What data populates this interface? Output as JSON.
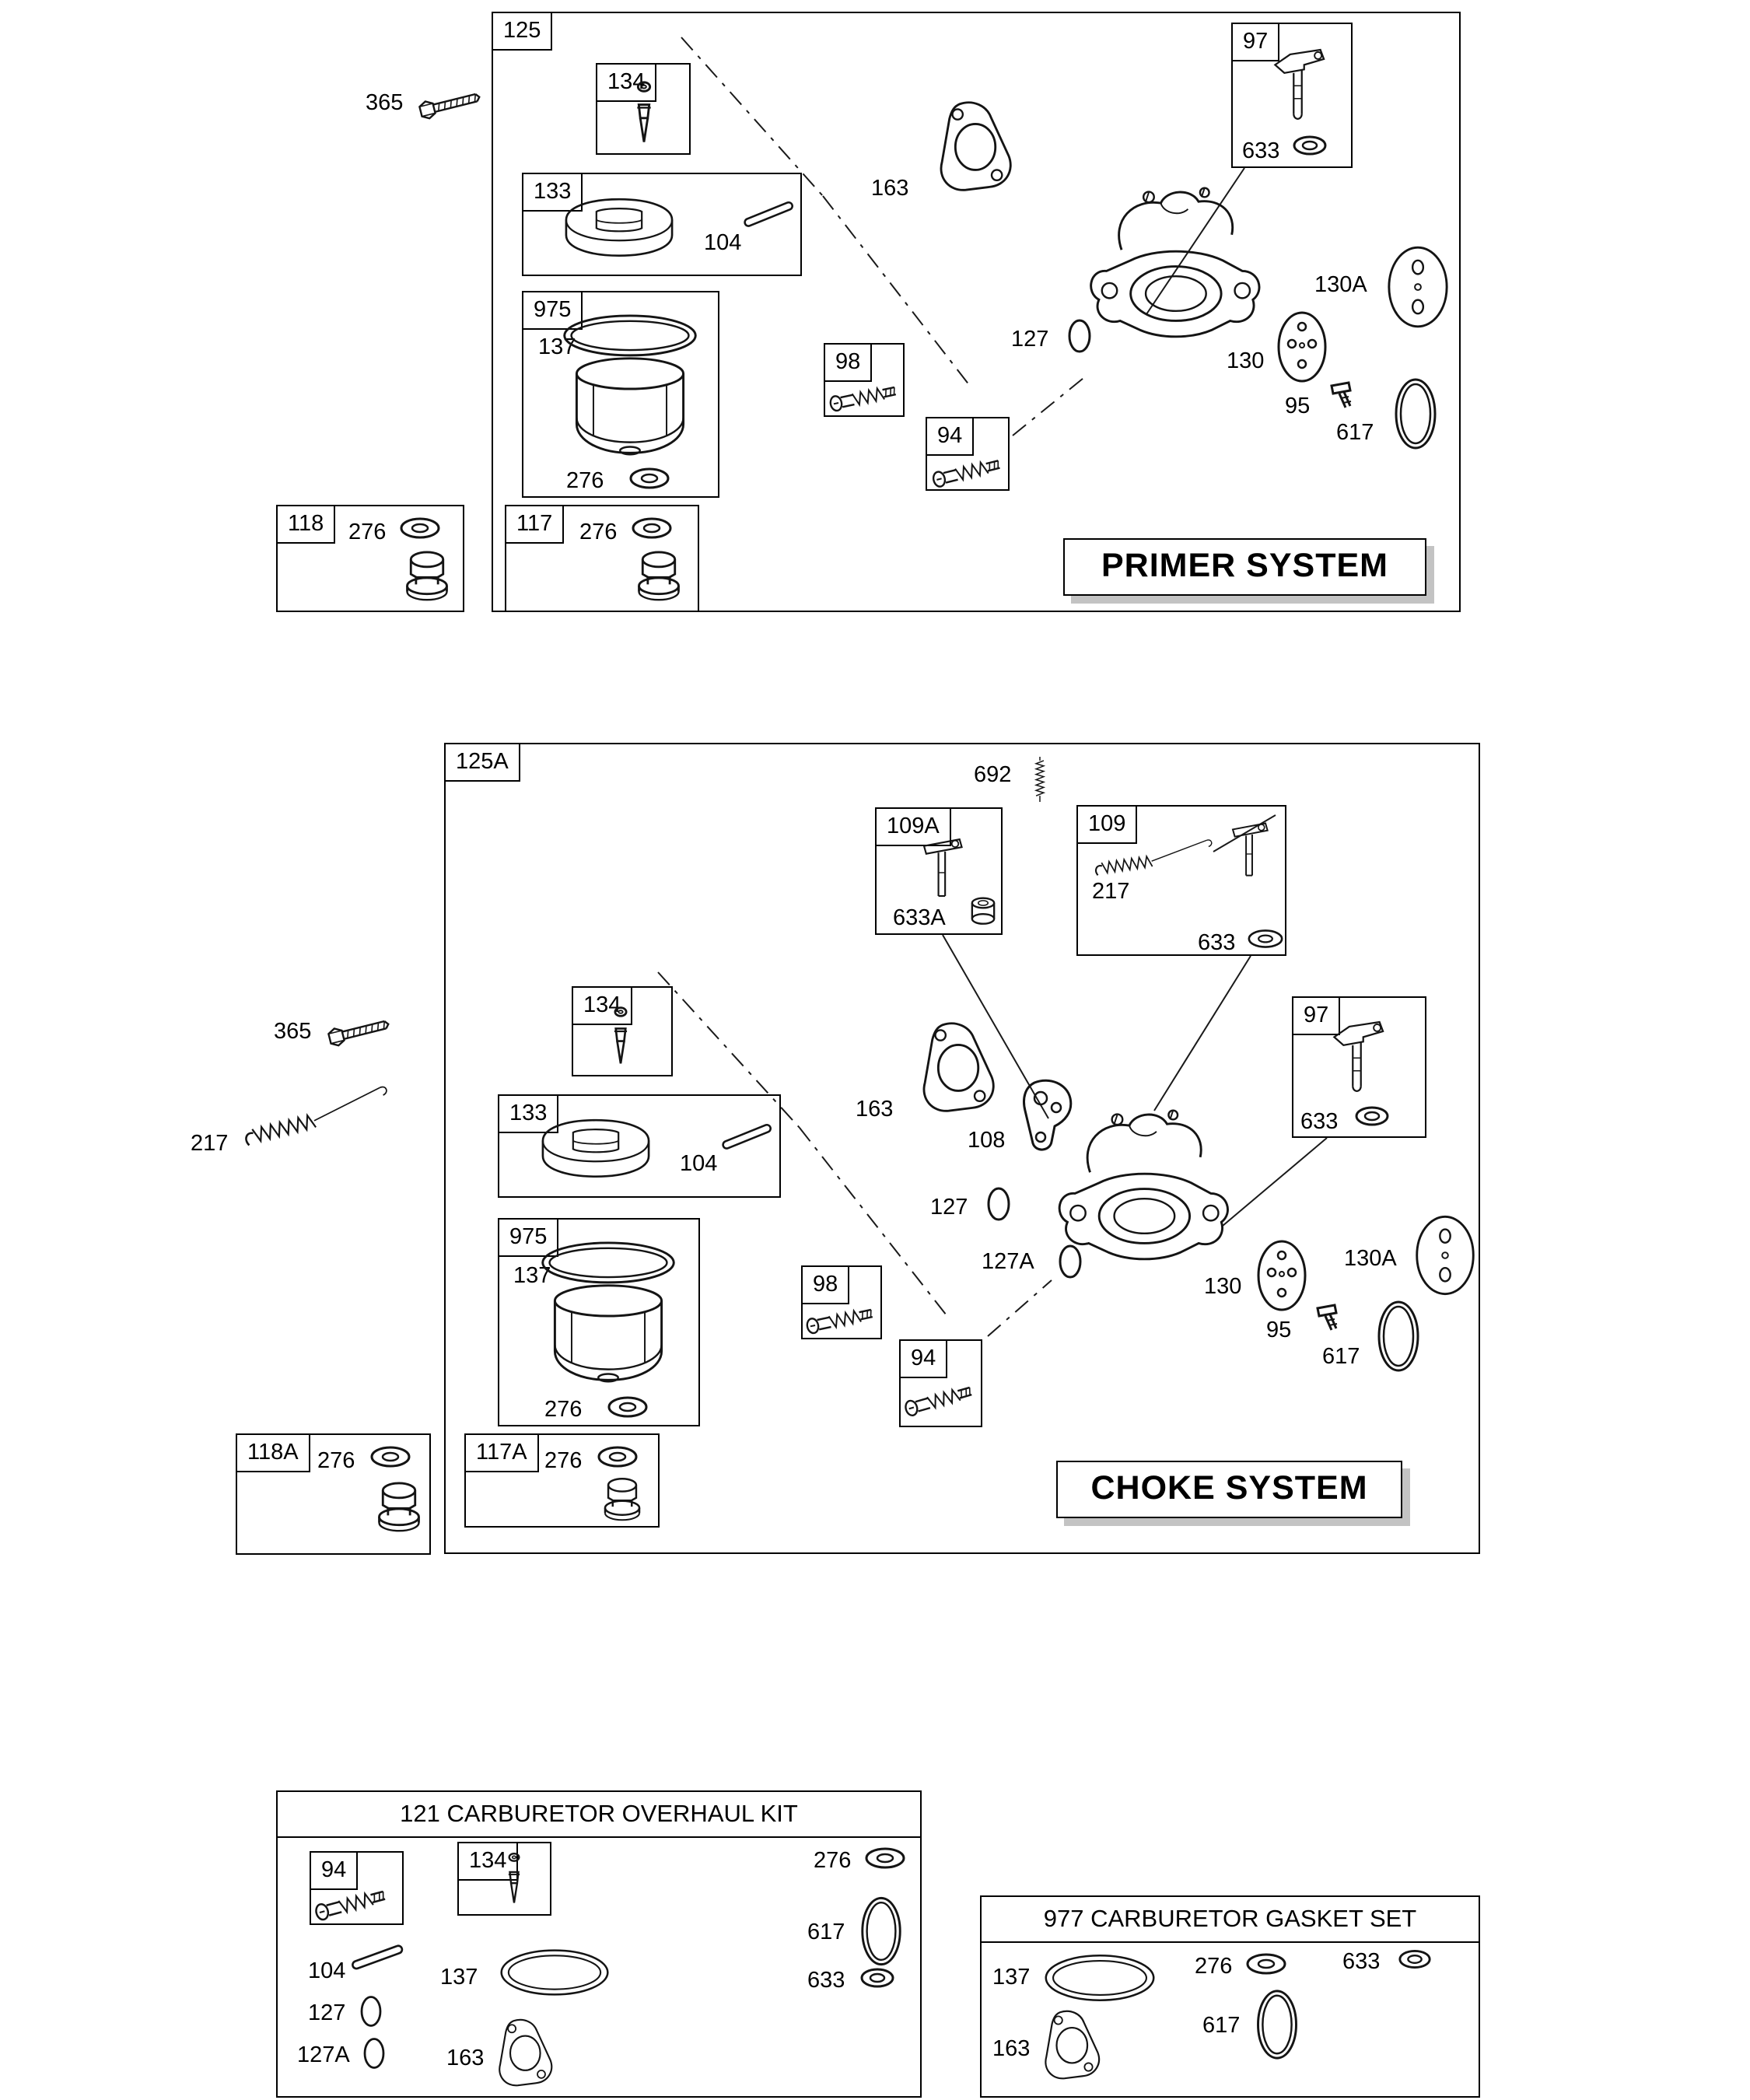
{
  "primer": {
    "box_id": "125",
    "title": "PRIMER SYSTEM",
    "p365": "365",
    "b134": "134",
    "b133": "133",
    "p104": "104",
    "b975": "975",
    "p137": "137",
    "p276_bowl": "276",
    "b98": "98",
    "b94": "94",
    "b97": "97",
    "p633": "633",
    "p163": "163",
    "p127": "127",
    "p130": "130",
    "p130a": "130A",
    "p95": "95",
    "p617": "617",
    "b118": "118",
    "p276_118": "276",
    "b117": "117",
    "p276_117": "276"
  },
  "choke": {
    "box_id": "125A",
    "title": "CHOKE SYSTEM",
    "p692": "692",
    "b109a": "109A",
    "p633a": "633A",
    "b109": "109",
    "p217_box": "217",
    "p633_109": "633",
    "p365": "365",
    "p217": "217",
    "b134": "134",
    "b133": "133",
    "p104": "104",
    "b975": "975",
    "p137": "137",
    "p276_bowl": "276",
    "b98": "98",
    "b94": "94",
    "b97": "97",
    "p633_97": "633",
    "p163": "163",
    "p108": "108",
    "p127": "127",
    "p127a": "127A",
    "p130": "130",
    "p130a": "130A",
    "p95": "95",
    "p617": "617",
    "b118a": "118A",
    "p276_118a": "276",
    "b117a": "117A",
    "p276_117a": "276"
  },
  "overhaul_kit": {
    "title": "121 CARBURETOR OVERHAUL KIT",
    "b94": "94",
    "b134": "134",
    "p276": "276",
    "p617": "617",
    "p633": "633",
    "p104": "104",
    "p137": "137",
    "p127": "127",
    "p127a": "127A",
    "p163": "163"
  },
  "gasket_set": {
    "title": "977 CARBURETOR GASKET SET",
    "p137": "137",
    "p276": "276",
    "p633": "633",
    "p617": "617",
    "p163": "163"
  }
}
